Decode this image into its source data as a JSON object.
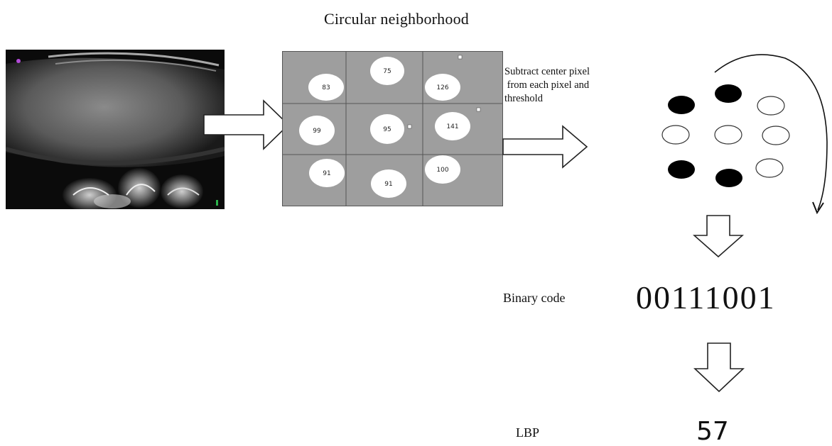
{
  "title": "Circular neighborhood",
  "grid": {
    "cells": [
      {
        "id": "top-left",
        "value": "83"
      },
      {
        "id": "top-center",
        "value": "75"
      },
      {
        "id": "top-right",
        "value": "126"
      },
      {
        "id": "mid-left",
        "value": "99"
      },
      {
        "id": "center",
        "value": "95"
      },
      {
        "id": "mid-right",
        "value": "141"
      },
      {
        "id": "bottom-left",
        "value": "91"
      },
      {
        "id": "bottom-center",
        "value": "91"
      },
      {
        "id": "bottom-right",
        "value": "100"
      }
    ]
  },
  "note": {
    "line1": "Subtract center pixel",
    "line2": " from each pixel and",
    "line3": "threshold"
  },
  "binary": {
    "label": "Binary code",
    "value": "00111001"
  },
  "lbp": {
    "label": "LBP",
    "value": "57"
  },
  "colors": {
    "grid_fill": "#9e9e9e",
    "filled_dot": "#000000",
    "ultrasound_bg": "#0b0b0b"
  }
}
